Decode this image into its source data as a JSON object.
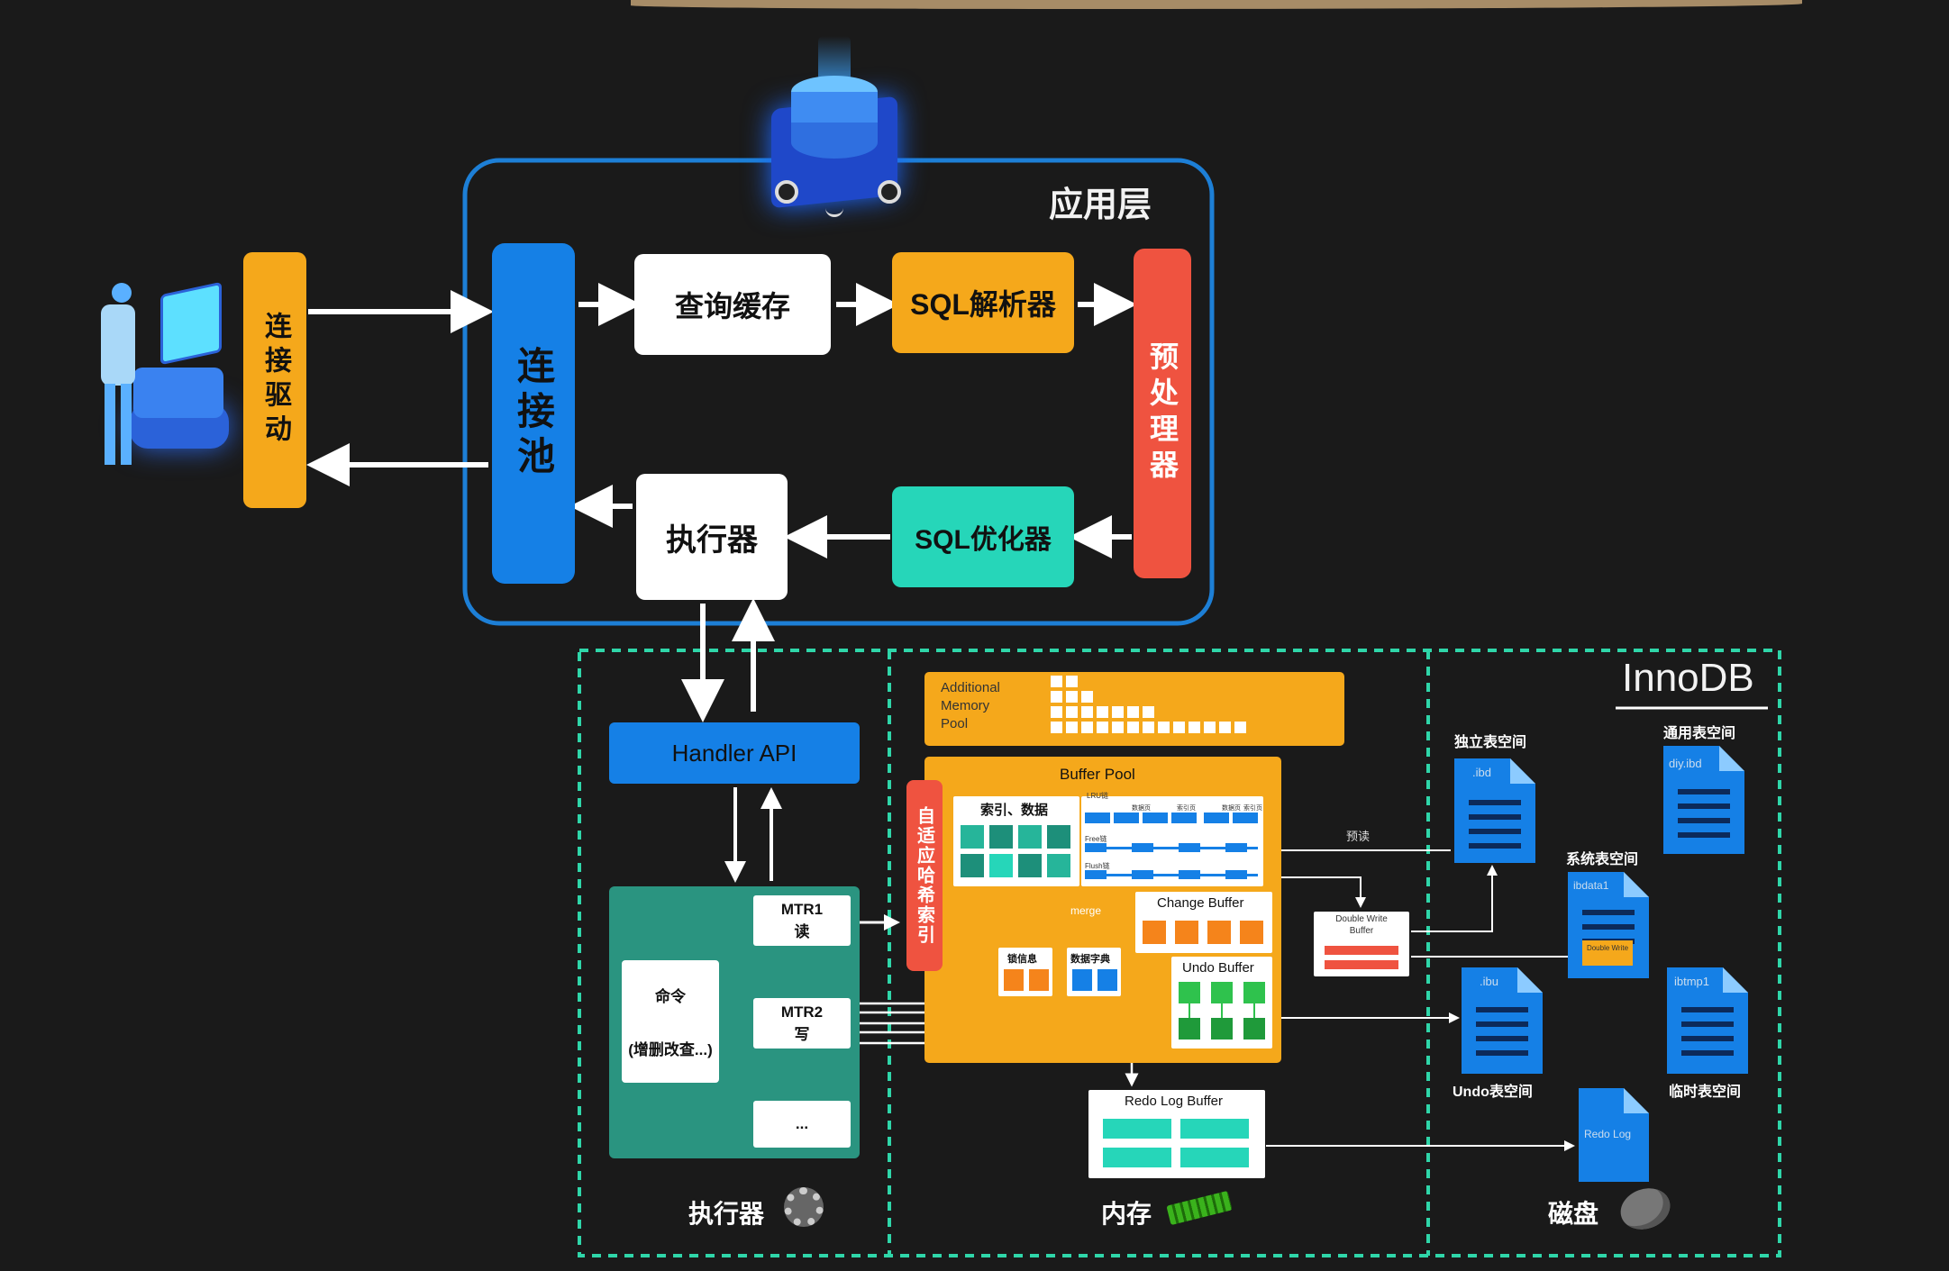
{
  "app_layer": {
    "title": "应用层"
  },
  "connection_driver": {
    "label": "连接驱动"
  },
  "connection_pool": {
    "label": "连接池"
  },
  "query_cache": {
    "label": "查询缓存"
  },
  "sql_parser": {
    "label": "SQL解析器"
  },
  "preprocessor": {
    "label": "预处理器"
  },
  "sql_optimizer": {
    "label": "SQL优化器"
  },
  "executor_top": {
    "label": "执行器"
  },
  "innodb": {
    "title": "InnoDB"
  },
  "handler_api": {
    "label": "Handler API"
  },
  "command_block": {
    "title": "命令",
    "subtitle": "(增删改查...)"
  },
  "mtr1": {
    "line1": "MTR1",
    "line2": "读"
  },
  "mtr2": {
    "line1": "MTR2",
    "line2": "写"
  },
  "mtr_more": {
    "label": "..."
  },
  "additional_memory_pool": {
    "line1": "Additional",
    "line2": "Memory",
    "line3": "Pool"
  },
  "buffer_pool": {
    "title": "Buffer Pool",
    "index_data": "索引、数据",
    "lru": "LRU链",
    "free": "Free链",
    "flush": "Flush链",
    "col_labels": [
      "数据页",
      "索引页",
      "数据页",
      "索引页"
    ],
    "lock_info": "锁信息",
    "data_dict": "数据字典",
    "merge": "merge",
    "change_buffer": "Change Buffer",
    "undo_buffer": "Undo Buffer"
  },
  "adaptive_hash": {
    "label": "自适应哈希索引"
  },
  "double_write_buffer": {
    "line1": "Double Write",
    "line2": "Buffer"
  },
  "preread": "预读",
  "redo_log_buffer": {
    "title": "Redo Log Buffer"
  },
  "disk_files": {
    "ibd": {
      "file": ".ibd",
      "caption": "独立表空间"
    },
    "diy": {
      "file": "diy.ibd",
      "caption": "通用表空间"
    },
    "ibdata": {
      "file": "ibdata1",
      "caption": "系统表空间",
      "inner": "Double Write"
    },
    "ibu": {
      "file": ".ibu",
      "caption": "Undo表空间"
    },
    "ibtmp": {
      "file": "ibtmp1",
      "caption": "临时表空间"
    },
    "redo": {
      "file": "Redo Log"
    }
  },
  "section_labels": {
    "executor": "执行器",
    "memory": "内存",
    "disk": "磁盘"
  },
  "colors": {
    "orange": "#f5a81b",
    "blue": "#1580e6",
    "red": "#ef5340",
    "teal": "#26d6b9",
    "dark_teal": "#2a9480",
    "green": "#2fc24d",
    "border_blue": "#1d7fd6",
    "dashed_teal": "#2fd6a9"
  }
}
